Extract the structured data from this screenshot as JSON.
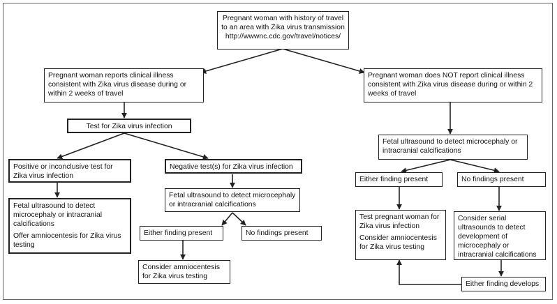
{
  "flowchart": {
    "start": {
      "line1": "Pregnant woman with history of travel",
      "line2": "to an area with Zika virus transmission",
      "line3": "http://wwwnc.cdc.gov/travel/notices/"
    },
    "symptomatic": "Pregnant woman reports clinical illness consistent with Zika virus disease during or within 2 weeks of travel",
    "asymptomatic": "Pregnant woman does NOT report clinical illness consistent with Zika virus disease during or within 2 weeks of travel",
    "test_zika": "Test for Zika virus infection",
    "positive_test": "Positive or inconclusive test for Zika virus infection",
    "positive_followup": {
      "ultrasound": "Fetal ultrasound to detect microcephaly or intracranial calcifications",
      "amnio": "Offer amniocentesis for Zika virus testing"
    },
    "negative_test": "Negative test(s) for Zika virus infection",
    "neg_ultrasound": "Fetal ultrasound to detect microcephaly or intracranial calcifications",
    "neg_either_finding": "Either finding present",
    "neg_no_findings": "No findings present",
    "neg_consider_amnio": "Consider amniocentesis for Zika virus testing",
    "asym_ultrasound": "Fetal ultrasound to detect microcephaly or intracranial calcifications",
    "asym_either_finding": "Either finding present",
    "asym_no_findings": "No findings present",
    "asym_test_followup": {
      "test": "Test pregnant woman for Zika virus infection",
      "amnio": "Consider amniocentesis for Zika virus testing"
    },
    "serial_ultrasounds": "Consider serial ultrasounds to detect development of microcephaly or intracranial calcifications",
    "either_develops": "Either finding develops"
  },
  "colors": {
    "line": "#222222",
    "border": "#222222",
    "frame": "#666666"
  }
}
